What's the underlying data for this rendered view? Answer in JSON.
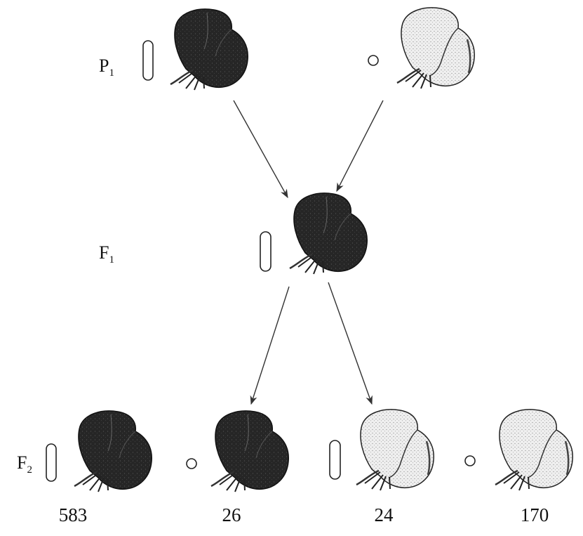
{
  "generations": [
    {
      "letter": "P",
      "sub": "1"
    },
    {
      "letter": "F",
      "sub": "1"
    },
    {
      "letter": "F",
      "sub": "2"
    }
  ],
  "counts": [
    "583",
    "26",
    "24",
    "170"
  ],
  "colors": {
    "dark_flower": "#262626",
    "light_flower": "#efefef",
    "ink": "#222222"
  }
}
